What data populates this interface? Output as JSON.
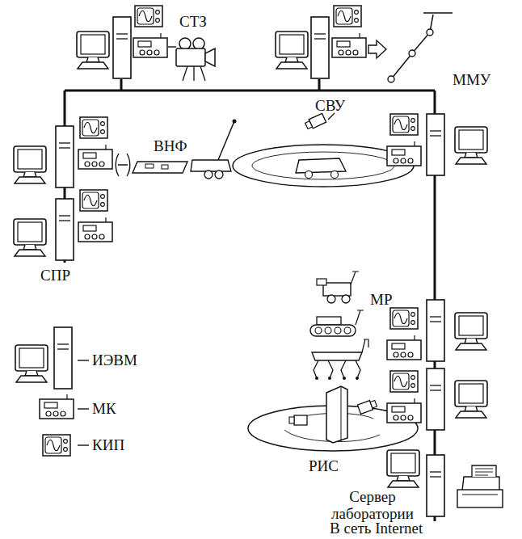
{
  "diagram": {
    "labels": [
      "СТЗ",
      "ММУ",
      "ВНФ",
      "СВУ",
      "СПР",
      "МР",
      "РИС",
      "Сервер лаборатории",
      "В сеть Internet"
    ],
    "legend": [
      {
        "text": "ИЭВМ"
      },
      {
        "text": "МК"
      },
      {
        "text": "КИП"
      }
    ]
  }
}
